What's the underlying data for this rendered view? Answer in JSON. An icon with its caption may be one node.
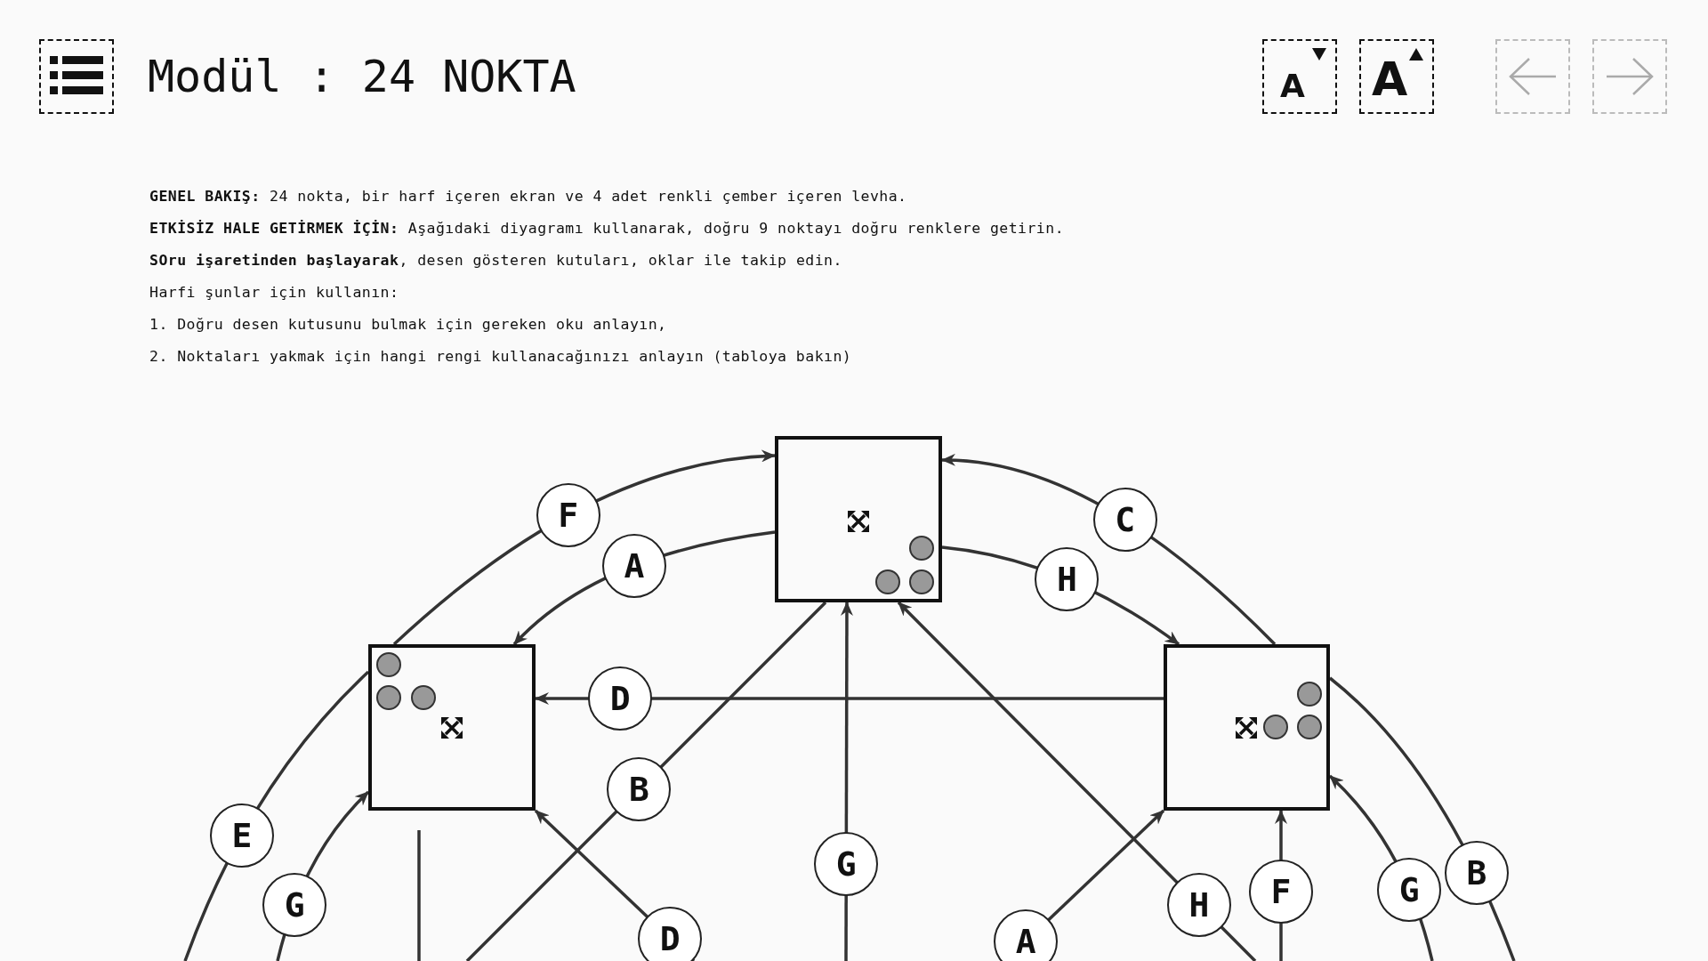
{
  "diagram": {
    "title": "Modül : 24 NOKTA",
    "nodes": [
      {
        "text": [],
        "shape": "box"
      },
      {
        "text": [],
        "shape": "box"
      },
      {
        "text": [],
        "shape": "box"
      }
    ],
    "edges": [
      {
        "from": 1,
        "to": 0,
        "arrow": "to",
        "label": "F"
      },
      {
        "from": 0,
        "to": 1,
        "arrow": "to",
        "label": "A"
      },
      {
        "from": 2,
        "to": 0,
        "arrow": "to",
        "label": "C"
      },
      {
        "from": 0,
        "to": 2,
        "arrow": "to",
        "label": "H"
      },
      {
        "from": 2,
        "to": 1,
        "arrow": "to",
        "label": "D"
      },
      {
        "from": 1,
        "to": null,
        "arrow": "none",
        "label": "E"
      },
      {
        "from": null,
        "to": 1,
        "arrow": "to",
        "label": "G"
      },
      {
        "from": 1,
        "to": null,
        "arrow": "none"
      },
      {
        "from": 0,
        "to": null,
        "arrow": "none",
        "label": "B"
      },
      {
        "from": null,
        "to": 1,
        "arrow": "to",
        "label": "D"
      },
      {
        "from": null,
        "to": 0,
        "arrow": "to",
        "label": "G"
      },
      {
        "from": null,
        "to": 0,
        "arrow": "to",
        "label": "H"
      },
      {
        "from": null,
        "to": 2,
        "arrow": "to",
        "label": "A"
      },
      {
        "from": null,
        "to": 2,
        "arrow": "to",
        "label": "F"
      },
      {
        "from": null,
        "to": 2,
        "arrow": "to",
        "label": "G"
      },
      {
        "from": 2,
        "to": null,
        "arrow": "none",
        "label": "B"
      }
    ],
    "labels": [
      "A",
      "A",
      "**GENEL BAKIŞ:** 24 nokta, bir harf içeren ekran ve 4 adet renkli çember içeren levha.",
      "**ETKİSİZ HALE GETİRMEK İÇİN:** Aşağıdaki diyagramı kullanarak, doğru 9 noktayı doğru renklere getirin.",
      "**SOru işaretinden başlayarak**, desen gösteren kutuları, oklar ile takip edin.",
      "Harfi şunlar için kullanın:",
      "1. Doğru desen kutusunu bulmak için gereken oku anlayın,",
      "2. Noktaları yakmak için hangi rengi kullanacağınızı anlayın (tabloya bakın)"
    ]
  }
}
